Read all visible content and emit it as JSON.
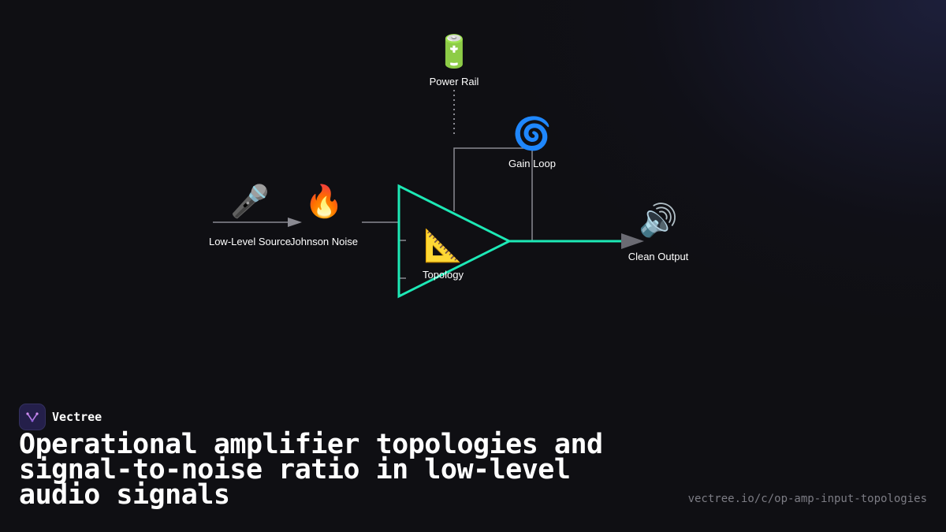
{
  "diagram": {
    "nodes": [
      {
        "id": "power",
        "label": "Power Rail",
        "icon": "battery-icon",
        "glyph": "🔋"
      },
      {
        "id": "gain",
        "label": "Gain Loop",
        "icon": "spiral-icon",
        "glyph": "🌀"
      },
      {
        "id": "source",
        "label": "Low-Level Source",
        "icon": "microphone-icon",
        "glyph": "🎤"
      },
      {
        "id": "noise",
        "label": "Johnson Noise",
        "icon": "fire-icon",
        "glyph": "🔥"
      },
      {
        "id": "topology",
        "label": "Topology",
        "icon": "triangular-ruler-icon",
        "glyph": "📐"
      },
      {
        "id": "output",
        "label": "Clean Output",
        "icon": "speaker-icon",
        "glyph": "🔊"
      }
    ],
    "colors": {
      "amplifier": "#1de9b6",
      "wire": "#8a8a92",
      "arrow": "#6b6b73"
    }
  },
  "brand": {
    "name": "Vectree"
  },
  "footer": {
    "title": "Operational amplifier topologies and signal-to-noise ratio in low-level audio signals",
    "url": "vectree.io/c/op-amp-input-topologies"
  }
}
